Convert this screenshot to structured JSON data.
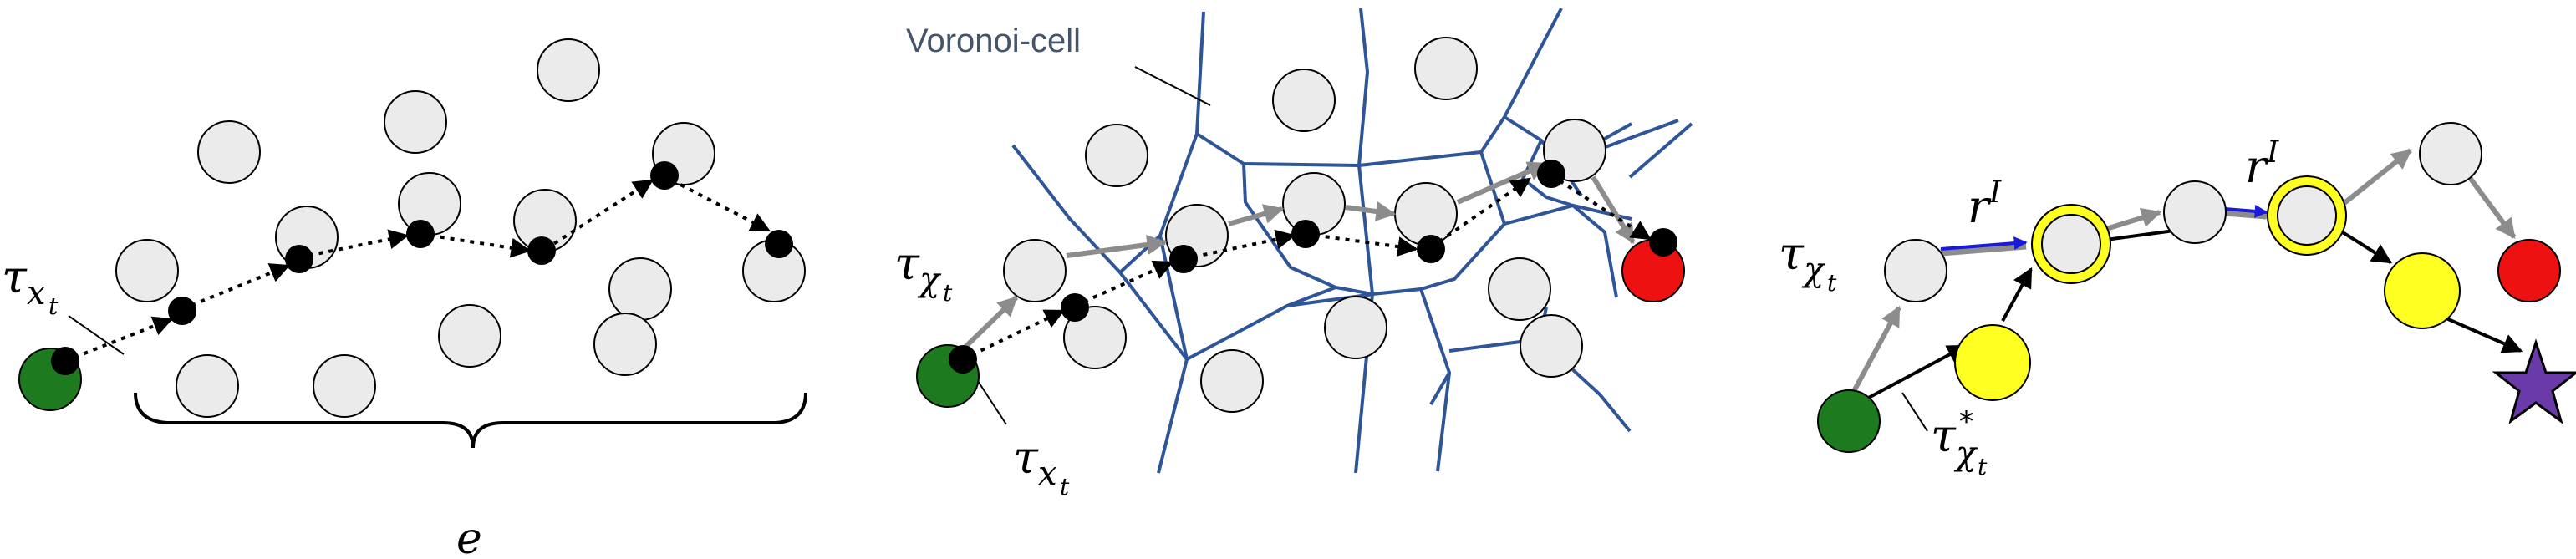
{
  "panels": [
    {
      "id": "left",
      "tau_base": "τ",
      "tau_sub": "x",
      "tau_subsub": "t",
      "brace_label": "e"
    },
    {
      "id": "middle",
      "voronoi_label": "Voronoi-cell",
      "tau_chi_base": "τ",
      "tau_chi_sub": "χ",
      "tau_chi_subsub": "t",
      "tau_x_base": "τ",
      "tau_x_sub": "x",
      "tau_x_subsub": "t"
    },
    {
      "id": "right",
      "tau_chi_base": "τ",
      "tau_chi_sub": "χ",
      "tau_chi_subsub": "t",
      "tau_star_base": "τ",
      "tau_star_sup": "*",
      "tau_star_sub": "χ",
      "tau_star_subsub": "t",
      "r_label_1": "r",
      "r_sup_1": "I",
      "r_label_2": "r",
      "r_sup_2": "I"
    }
  ],
  "colors": {
    "node_fill": "#ebebeb",
    "node_stroke": "#000000",
    "start_green": "#1e7a1e",
    "goal_red": "#ee1111",
    "yellow": "#ffff22",
    "star_purple": "#6a3aa8",
    "voronoi_blue": "#2e5597",
    "gray_arrow": "#8c8c8c",
    "blue_arrow": "#1a1adb",
    "voronoi_text": "#44546a"
  }
}
